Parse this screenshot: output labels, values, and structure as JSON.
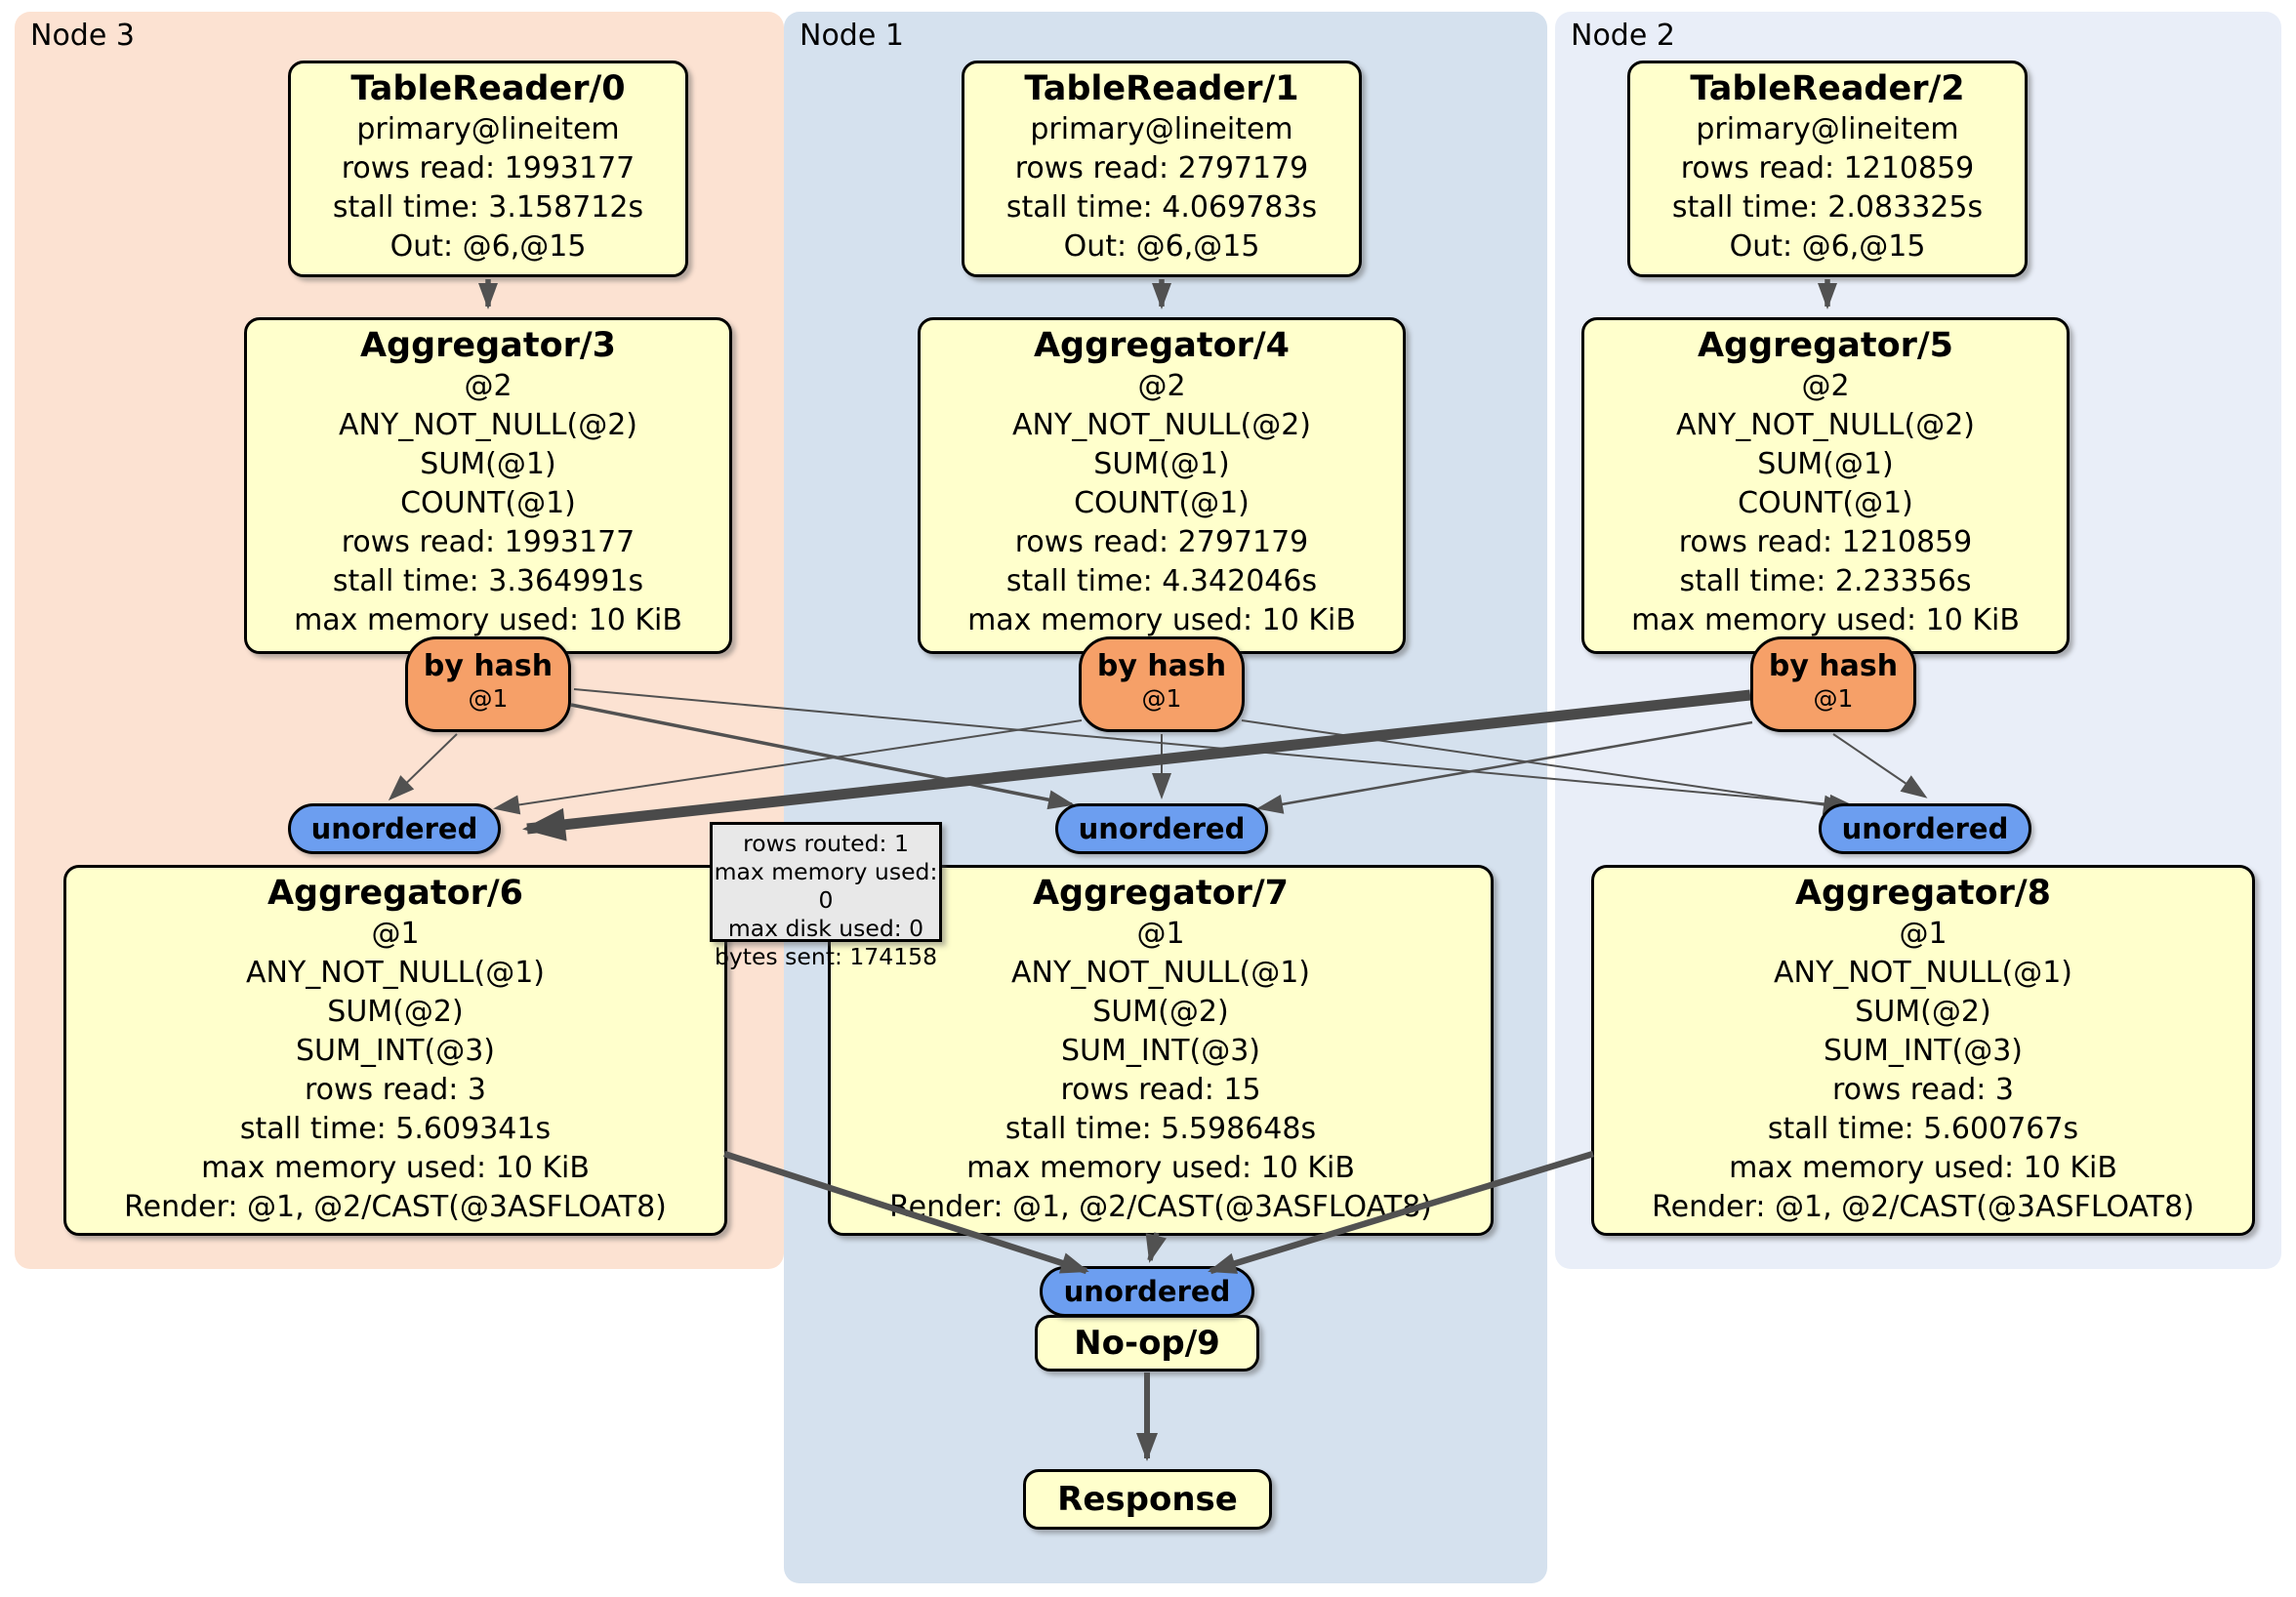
{
  "regions": [
    {
      "label": "Node 3"
    },
    {
      "label": "Node 1"
    },
    {
      "label": "Node 2"
    }
  ],
  "processors": {
    "tr0": {
      "title": "TableReader/0",
      "lines": [
        "primary@lineitem",
        "rows read: 1993177",
        "stall time: 3.158712s",
        "Out: @6,@15"
      ]
    },
    "tr1": {
      "title": "TableReader/1",
      "lines": [
        "primary@lineitem",
        "rows read: 2797179",
        "stall time: 4.069783s",
        "Out: @6,@15"
      ]
    },
    "tr2": {
      "title": "TableReader/2",
      "lines": [
        "primary@lineitem",
        "rows read: 1210859",
        "stall time: 2.083325s",
        "Out: @6,@15"
      ]
    },
    "agg3": {
      "title": "Aggregator/3",
      "lines": [
        "@2",
        "ANY_NOT_NULL(@2)",
        "SUM(@1)",
        "COUNT(@1)",
        "rows read: 1993177",
        "stall time: 3.364991s",
        "max memory used: 10 KiB"
      ]
    },
    "agg4": {
      "title": "Aggregator/4",
      "lines": [
        "@2",
        "ANY_NOT_NULL(@2)",
        "SUM(@1)",
        "COUNT(@1)",
        "rows read: 2797179",
        "stall time: 4.342046s",
        "max memory used: 10 KiB"
      ]
    },
    "agg5": {
      "title": "Aggregator/5",
      "lines": [
        "@2",
        "ANY_NOT_NULL(@2)",
        "SUM(@1)",
        "COUNT(@1)",
        "rows read: 1210859",
        "stall time: 2.23356s",
        "max memory used: 10 KiB"
      ]
    },
    "agg6": {
      "title": "Aggregator/6",
      "lines": [
        "@1",
        "ANY_NOT_NULL(@1)",
        "SUM(@2)",
        "SUM_INT(@3)",
        "rows read: 3",
        "stall time: 5.609341s",
        "max memory used: 10 KiB",
        "Render: @1, @2/CAST(@3ASFLOAT8)"
      ]
    },
    "agg7": {
      "title": "Aggregator/7",
      "lines": [
        "@1",
        "ANY_NOT_NULL(@1)",
        "SUM(@2)",
        "SUM_INT(@3)",
        "rows read: 15",
        "stall time: 5.598648s",
        "max memory used: 10 KiB",
        "Render: @1, @2/CAST(@3ASFLOAT8)"
      ]
    },
    "agg8": {
      "title": "Aggregator/8",
      "lines": [
        "@1",
        "ANY_NOT_NULL(@1)",
        "SUM(@2)",
        "SUM_INT(@3)",
        "rows read: 3",
        "stall time: 5.600767s",
        "max memory used: 10 KiB",
        "Render: @1, @2/CAST(@3ASFLOAT8)"
      ]
    },
    "noop": {
      "title": "No-op/9"
    },
    "response": {
      "title": "Response"
    }
  },
  "routers": {
    "hash_label": "by hash",
    "hash_sub": "@1",
    "unordered_label": "unordered"
  },
  "tooltip": {
    "lines": [
      "rows routed: 1",
      "max memory used: 0",
      "max disk used: 0",
      "bytes sent: 174158"
    ]
  },
  "colors": {
    "node3_bg": "#fce2d2",
    "node1_bg": "#d5e1ee",
    "node2_bg": "#e9eef8",
    "box_fill": "#ffffcc",
    "hash_router_fill": "#f6a068",
    "unordered_fill": "#6c9ef0",
    "tooltip_fill": "#e8e8e8",
    "edge": "#515151"
  }
}
